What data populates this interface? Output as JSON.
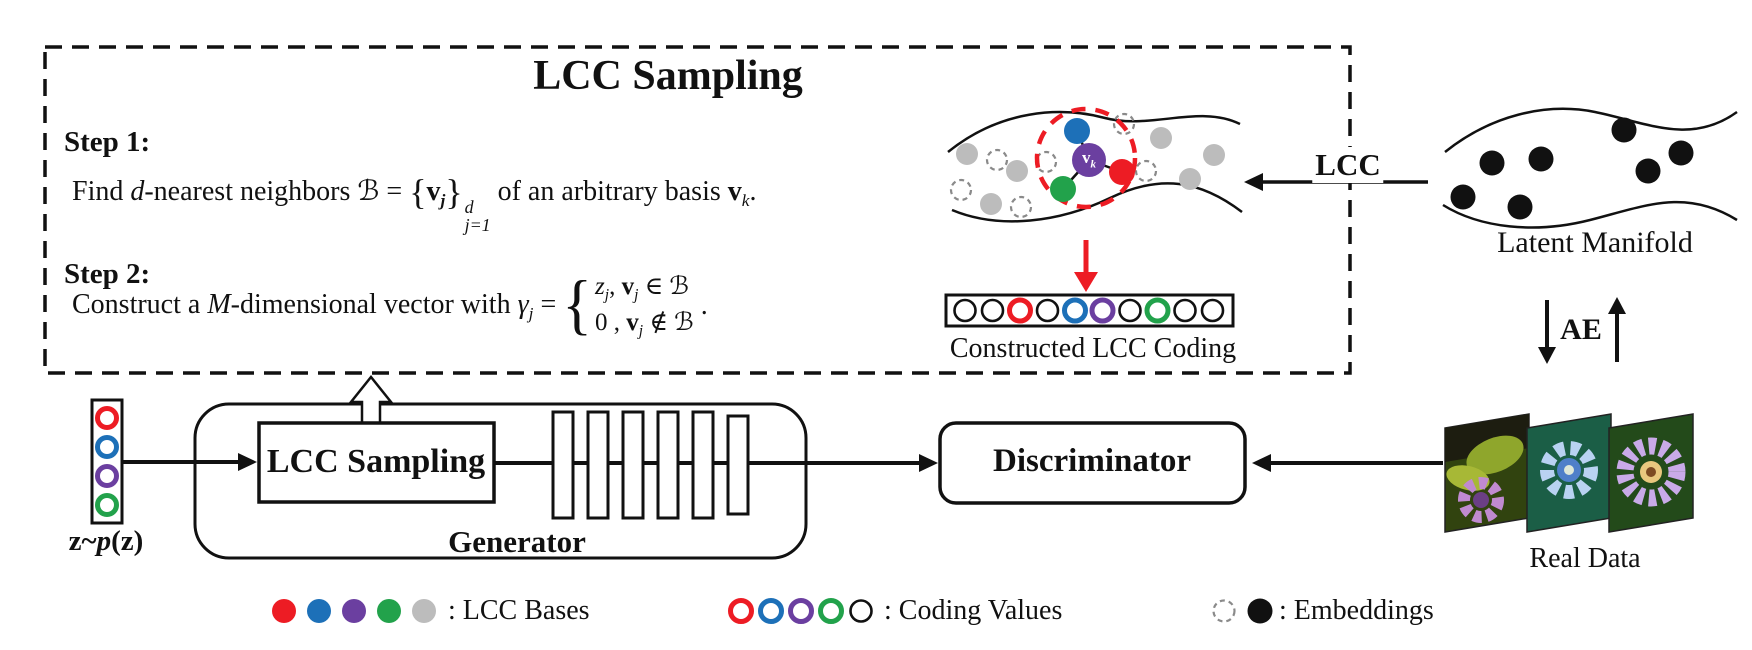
{
  "colors": {
    "red": "#ed1c24",
    "blue": "#1d70b8",
    "purple": "#6b3fa0",
    "green": "#22a24b",
    "gray": "#bcbcbc",
    "black": "#111111",
    "dash_gray": "#8a8a8a",
    "white": "#ffffff"
  },
  "lcc_panel": {
    "title": "LCC Sampling",
    "step1": {
      "label": "Step 1:",
      "f1": "Find ",
      "f2": "d",
      "f3": "-nearest neighbors ℬ = ",
      "f3b": "{",
      "f4": "v",
      "f5": "j",
      "f6": "}",
      "sup": "d",
      "sub": "j=1",
      "f7": " of an arbitrary basis ",
      "f8": "v",
      "f9": "k",
      "f10": "."
    },
    "step2": {
      "label": "Step 2:",
      "f1": "Construct a ",
      "f2": "M",
      "f3": "-dimensional vector with ",
      "f4": "γ",
      "f5": "j",
      "f6": " =",
      "brace": "{",
      "c1a": "z",
      "c1b": "j",
      "c1c": ", ",
      "c1d": "v",
      "c1e": "j",
      "c1f": " ∈ ℬ",
      "c2a": "0 , ",
      "c2b": "v",
      "c2c": "j",
      "c2d": " ∉ ℬ",
      "end": " ."
    },
    "vk": {
      "v": "v",
      "k": "k"
    },
    "coding_caption": "Constructed LCC Coding"
  },
  "right_panel": {
    "lcc_arrow_label": "LCC",
    "latent_caption": "Latent Manifold",
    "ae_label": "AE",
    "real_caption": "Real Data"
  },
  "pipeline": {
    "z1": "z",
    "z2": "~",
    "z3": "p",
    "z4": "(",
    "z5": "z",
    "z6": ")",
    "lcc_sampling": "LCC Sampling",
    "generator": "Generator",
    "discriminator": "Discriminator"
  },
  "legend": {
    "bases_seq": [
      "red",
      "blue",
      "purple",
      "green",
      "gray"
    ],
    "bases_label": ": LCC Bases",
    "coding_seq": [
      "red",
      "blue",
      "purple",
      "green",
      "black"
    ],
    "coding_label": ": Coding Values",
    "embeddings_label": ": Embeddings"
  },
  "coding_cells": [
    "black",
    "black",
    "red",
    "black",
    "blue",
    "purple",
    "black",
    "green",
    "black",
    "black"
  ],
  "z_cells": [
    "red",
    "blue",
    "purple",
    "green"
  ]
}
